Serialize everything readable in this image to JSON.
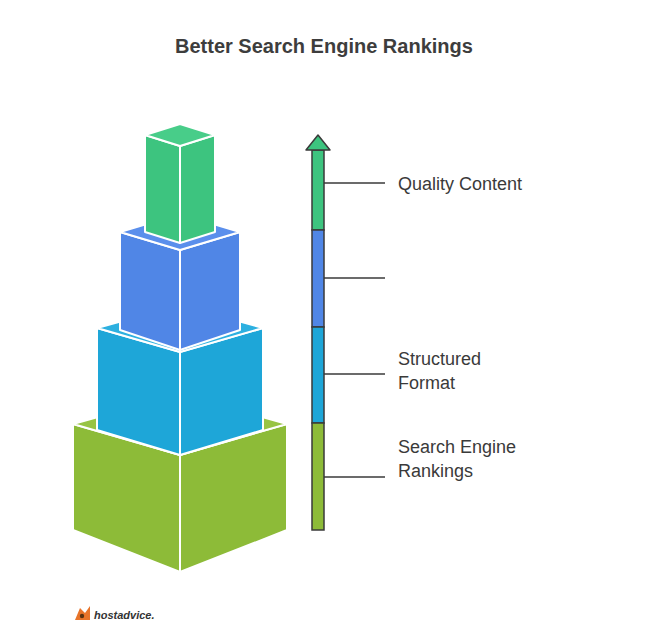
{
  "diagram": {
    "title": "Better Search Engine Rankings",
    "labels": [
      "Quality Content",
      "Structured Format",
      "Search Engine Rankings",
      "hostadvice."
    ]
  }
}
